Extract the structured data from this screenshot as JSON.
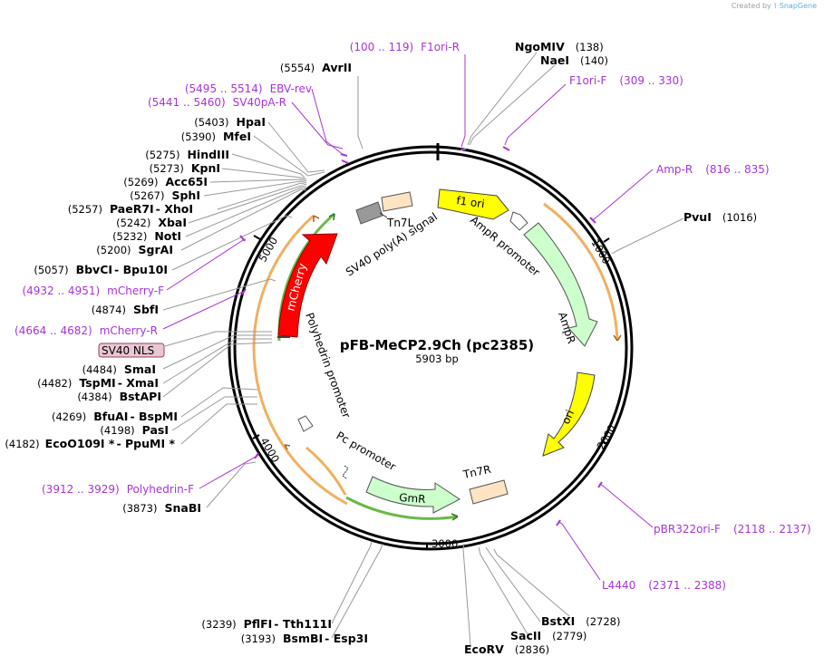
{
  "credit": {
    "prefix": "Created by",
    "brand": "SnapGene"
  },
  "plasmid": {
    "name": "pFB-MeCP2.9Ch (pc2385)",
    "size": "5903 bp"
  },
  "ticks": [
    {
      "bp": 1000,
      "label": "1000"
    },
    {
      "bp": 2000,
      "label": "2000"
    },
    {
      "bp": 3000,
      "label": "3000"
    },
    {
      "bp": 4000,
      "label": "4000"
    },
    {
      "bp": 5000,
      "label": "5000"
    }
  ],
  "enzymes_left": [
    {
      "pos": "(5554)",
      "name": "AvrII"
    },
    {
      "pos": "(5403)",
      "name": "HpaI"
    },
    {
      "pos": "(5390)",
      "name": "MfeI"
    },
    {
      "pos": "(5275)",
      "name": "HindIII"
    },
    {
      "pos": "(5273)",
      "name": "KpnI"
    },
    {
      "pos": "(5269)",
      "name": "Acc65I"
    },
    {
      "pos": "(5267)",
      "name": "SphI"
    },
    {
      "pos": "(5257)",
      "name": "PaeR7I",
      "name2": "XhoI"
    },
    {
      "pos": "(5242)",
      "name": "XbaI"
    },
    {
      "pos": "(5232)",
      "name": "NotI"
    },
    {
      "pos": "(5200)",
      "name": "SgrAI"
    },
    {
      "pos": "(5057)",
      "name": "BbvCI",
      "name2": "Bpu10I"
    },
    {
      "pos": "(4874)",
      "name": "SbfI"
    },
    {
      "pos": "(4484)",
      "name": "SmaI"
    },
    {
      "pos": "(4482)",
      "name": "TspMI",
      "name2": "XmaI"
    },
    {
      "pos": "(4384)",
      "name": "BstAPI"
    },
    {
      "pos": "(4269)",
      "name": "BfuAI",
      "name2": "BspMI"
    },
    {
      "pos": "(4198)",
      "name": "PasI"
    },
    {
      "pos": "(4182)",
      "name": "EcoO109I *",
      "name2": "PpuMI *"
    },
    {
      "pos": "(3873)",
      "name": "SnaBI"
    }
  ],
  "enzymes_right": [
    {
      "name": "NgoMIV",
      "pos": "(138)"
    },
    {
      "name": "NaeI",
      "pos": "(140)"
    },
    {
      "name": "PvuI",
      "pos": "(1016)"
    },
    {
      "name": "BstXI",
      "pos": "(2728)"
    },
    {
      "name": "SacII",
      "pos": "(2779)"
    },
    {
      "name": "EcoRV",
      "pos": "(2836)"
    }
  ],
  "enzymes_bottom": [
    {
      "pos": "(3239)",
      "name": "PflFI",
      "name2": "Tth111I"
    },
    {
      "pos": "(3193)",
      "name": "BsmBI",
      "name2": "Esp3I"
    }
  ],
  "primers": [
    {
      "range": "(100 .. 119)",
      "name": "F1ori-R"
    },
    {
      "name": "F1ori-F",
      "range": "(309 .. 330)"
    },
    {
      "range": "(5495 .. 5514)",
      "name": "EBV-rev"
    },
    {
      "range": "(5441 .. 5460)",
      "name": "SV40pA-R"
    },
    {
      "name": "Amp-R",
      "range": "(816 .. 835)"
    },
    {
      "range": "(4932 .. 4951)",
      "name": "mCherry-F"
    },
    {
      "range": "(4664 .. 4682)",
      "name": "mCherry-R"
    },
    {
      "range": "(3912 .. 3929)",
      "name": "Polyhedrin-F"
    },
    {
      "name": "pBR322ori-F",
      "range": "(2118 .. 2137)"
    },
    {
      "name": "L4440",
      "range": "(2371 .. 2388)"
    }
  ],
  "features": {
    "f1ori": "f1 ori",
    "ampr_promoter": "AmpR promoter",
    "ampr": "AmpR",
    "ori": "ori",
    "tn7r": "Tn7R",
    "gmr": "GmR",
    "pc_promoter": "Pc promoter",
    "polyhedrin_promoter": "Polyhedrin promoter",
    "mcherry": "mCherry",
    "sv40_polya": "SV40 poly(A) signal",
    "tn7l": "Tn7L",
    "sv40_nls": "SV40 NLS"
  },
  "colors": {
    "primer": "#a634d6",
    "ori": "#ffff00",
    "ampr": "#ccffcc",
    "mcherry": "#ff0000",
    "tn7": "#ffe4c4",
    "polya": "#999999",
    "nls_fill": "#e8c7d4",
    "nls_stroke": "#9a4060",
    "orange_arc": "#f0b060",
    "green_arc": "#6bb84a"
  }
}
